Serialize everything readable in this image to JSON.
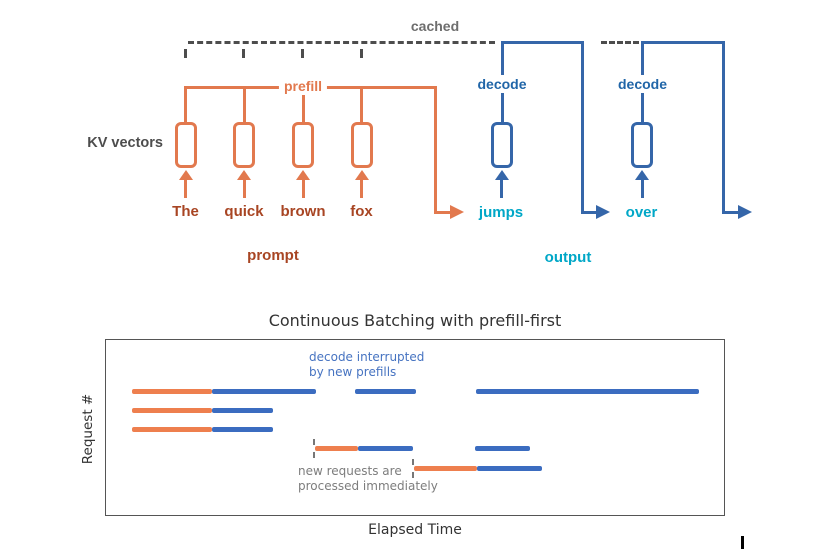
{
  "diagram": {
    "kv_vectors_label": "KV vectors",
    "cached_label": "cached",
    "prefill_label": "prefill",
    "prompt_label": "prompt",
    "output_label": "output",
    "decode_labels": [
      "decode",
      "decode"
    ],
    "prompt_tokens": [
      "The",
      "quick",
      "brown",
      "fox"
    ],
    "output_tokens": [
      "jumps",
      "over"
    ],
    "colors": {
      "prefill_orange": "#e2794e",
      "decode_blue": "#3566a9",
      "prompt_token_brick": "#a84523",
      "output_token_cyan": "#00a7c7",
      "cached_gray": "#6e6e6e",
      "kv_label_gray": "#4d4d4d"
    }
  },
  "chart_data": {
    "type": "bar",
    "title": "Continuous Batching with prefill-first",
    "xlabel": "Elapsed Time",
    "ylabel": "Request #",
    "xlim": [
      0,
      100
    ],
    "grid": false,
    "rows": [
      1,
      2,
      3,
      4,
      5
    ],
    "series": [
      {
        "name": "prefill",
        "color": "#ee7f4e",
        "segments": [
          {
            "row": 1,
            "x": [
              4.4,
              17.3
            ]
          },
          {
            "row": 2,
            "x": [
              4.4,
              17.3
            ]
          },
          {
            "row": 3,
            "x": [
              4.4,
              17.3
            ]
          },
          {
            "row": 4,
            "x": [
              33.9,
              40.8
            ]
          },
          {
            "row": 5,
            "x": [
              49.8,
              60.0
            ]
          }
        ]
      },
      {
        "name": "decode",
        "color": "#3b6cc0",
        "segments": [
          {
            "row": 1,
            "x": [
              17.3,
              34.0
            ]
          },
          {
            "row": 1,
            "x": [
              40.3,
              50.2
            ]
          },
          {
            "row": 1,
            "x": [
              59.8,
              95.8
            ]
          },
          {
            "row": 2,
            "x": [
              17.3,
              27.1
            ]
          },
          {
            "row": 3,
            "x": [
              17.3,
              27.1
            ]
          },
          {
            "row": 4,
            "x": [
              40.8,
              49.7
            ]
          },
          {
            "row": 4,
            "x": [
              59.7,
              68.5
            ]
          },
          {
            "row": 5,
            "x": [
              60.0,
              70.5
            ]
          }
        ]
      }
    ],
    "arrival_markers": [
      {
        "row": 4,
        "x": 33.7
      },
      {
        "row": 5,
        "x": 49.7
      }
    ],
    "annotations": [
      {
        "lines": [
          "decode interrupted",
          "by new prefills"
        ],
        "color": "#4673c1",
        "px": [
          309,
          350
        ]
      },
      {
        "lines": [
          "new requests are",
          "processed immediately"
        ],
        "color": "#7d7d7d",
        "px": [
          298,
          464
        ]
      }
    ]
  }
}
